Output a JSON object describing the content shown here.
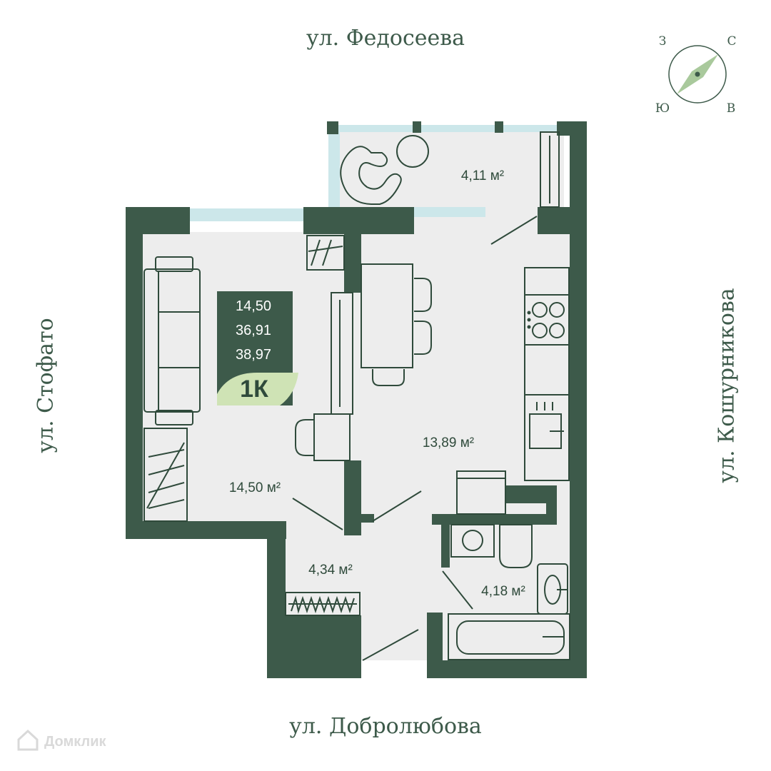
{
  "streets": {
    "top": "ул. Федосеева",
    "bottom": "ул. Добролюбова",
    "left": "ул. Стофато",
    "right": "ул. Кошурникова"
  },
  "compass": {
    "north": "С",
    "south": "Ю",
    "west": "З",
    "east": "В"
  },
  "card": {
    "living_area": "14,50",
    "total_area": "36,91",
    "area_with_balcony": "38,97",
    "apartment_type": "1К"
  },
  "rooms": {
    "balcony": "4,11 м²",
    "bedroom": "14,50 м²",
    "kitchen": "13,89 м²",
    "hallway": "4,34 м²",
    "bathroom": "4,18 м²"
  },
  "watermark": "Домклик",
  "colors": {
    "wall": "#3d5a4a",
    "floor": "#ededed",
    "window": "#cce7ea",
    "accent": "#cfe3b5",
    "line": "#2f4a3b"
  }
}
